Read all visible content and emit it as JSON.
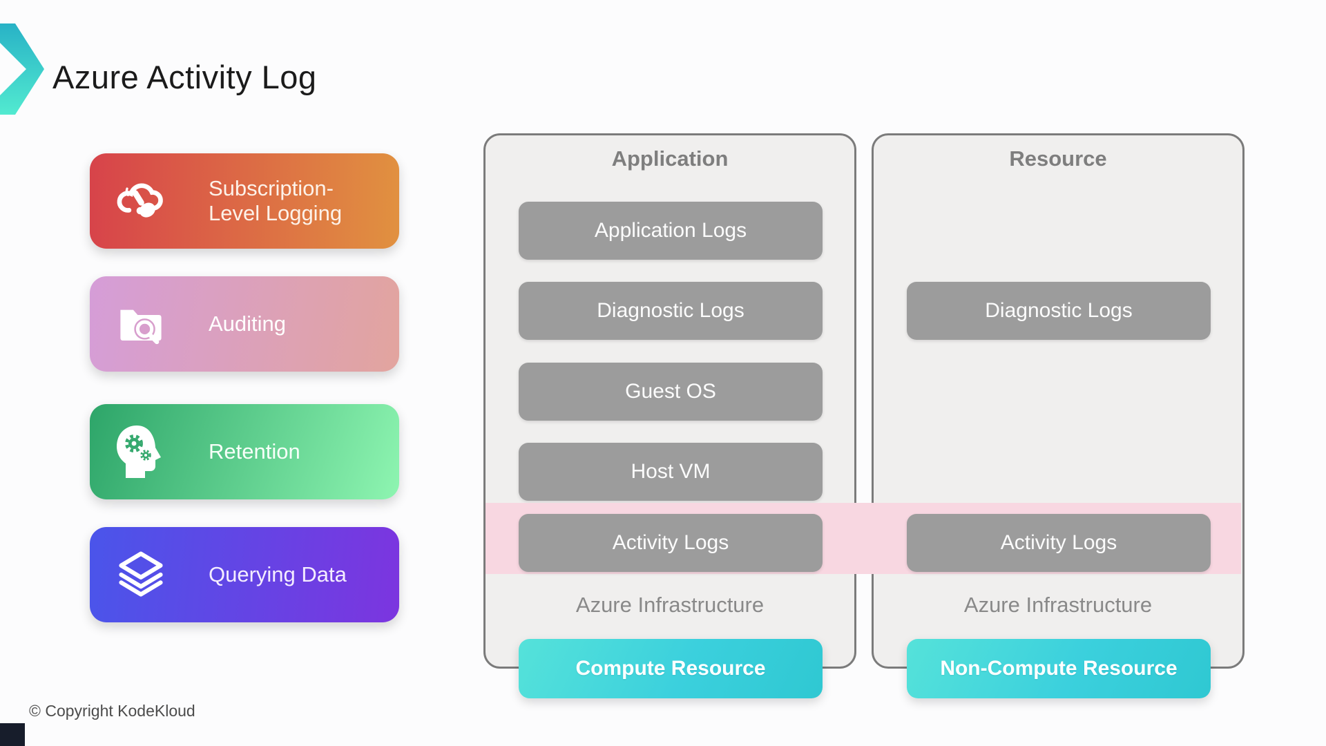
{
  "slide": {
    "title": "Azure Activity Log",
    "copyright": "© Copyright KodeKloud"
  },
  "sidebar": {
    "items": [
      {
        "id": "subscription-level-logging",
        "line1": "Subscription-",
        "line2": "Level Logging",
        "icon": "cloud-click-icon",
        "gradient": [
          "#d7434a",
          "#e19140"
        ]
      },
      {
        "id": "auditing",
        "line1": "Auditing",
        "line2": "",
        "icon": "folder-search-icon",
        "gradient": [
          "#d59dd8",
          "#e2a49e"
        ]
      },
      {
        "id": "retention",
        "line1": "Retention",
        "line2": "",
        "icon": "head-gears-icon",
        "gradient": [
          "#2da569",
          "#8ef5b1"
        ]
      },
      {
        "id": "querying-data",
        "line1": "Querying Data",
        "line2": "",
        "icon": "layers-icon",
        "gradient": [
          "#4a55ea",
          "#7c35df"
        ]
      }
    ]
  },
  "panels": [
    {
      "title": "Application",
      "boxes": [
        "Application Logs",
        "Diagnostic Logs",
        "Guest OS",
        "Host VM",
        "Activity Logs"
      ],
      "footer": "Azure Infrastructure",
      "button": "Compute Resource"
    },
    {
      "title": "Resource",
      "boxes": [
        "Diagnostic Logs",
        "Activity Logs"
      ],
      "footer": "Azure Infrastructure",
      "button": "Non-Compute Resource"
    }
  ],
  "highlight": {
    "row": "Activity Logs",
    "color": "#f8d7e1"
  },
  "accent": {
    "logo_gradient": [
      "#28b2c6",
      "#52ead0"
    ],
    "cyan_button_gradient": [
      "#55e2da",
      "#2fc8d2"
    ],
    "panel_border": "#7b7b7b",
    "box_gray": "#9c9c9c"
  }
}
